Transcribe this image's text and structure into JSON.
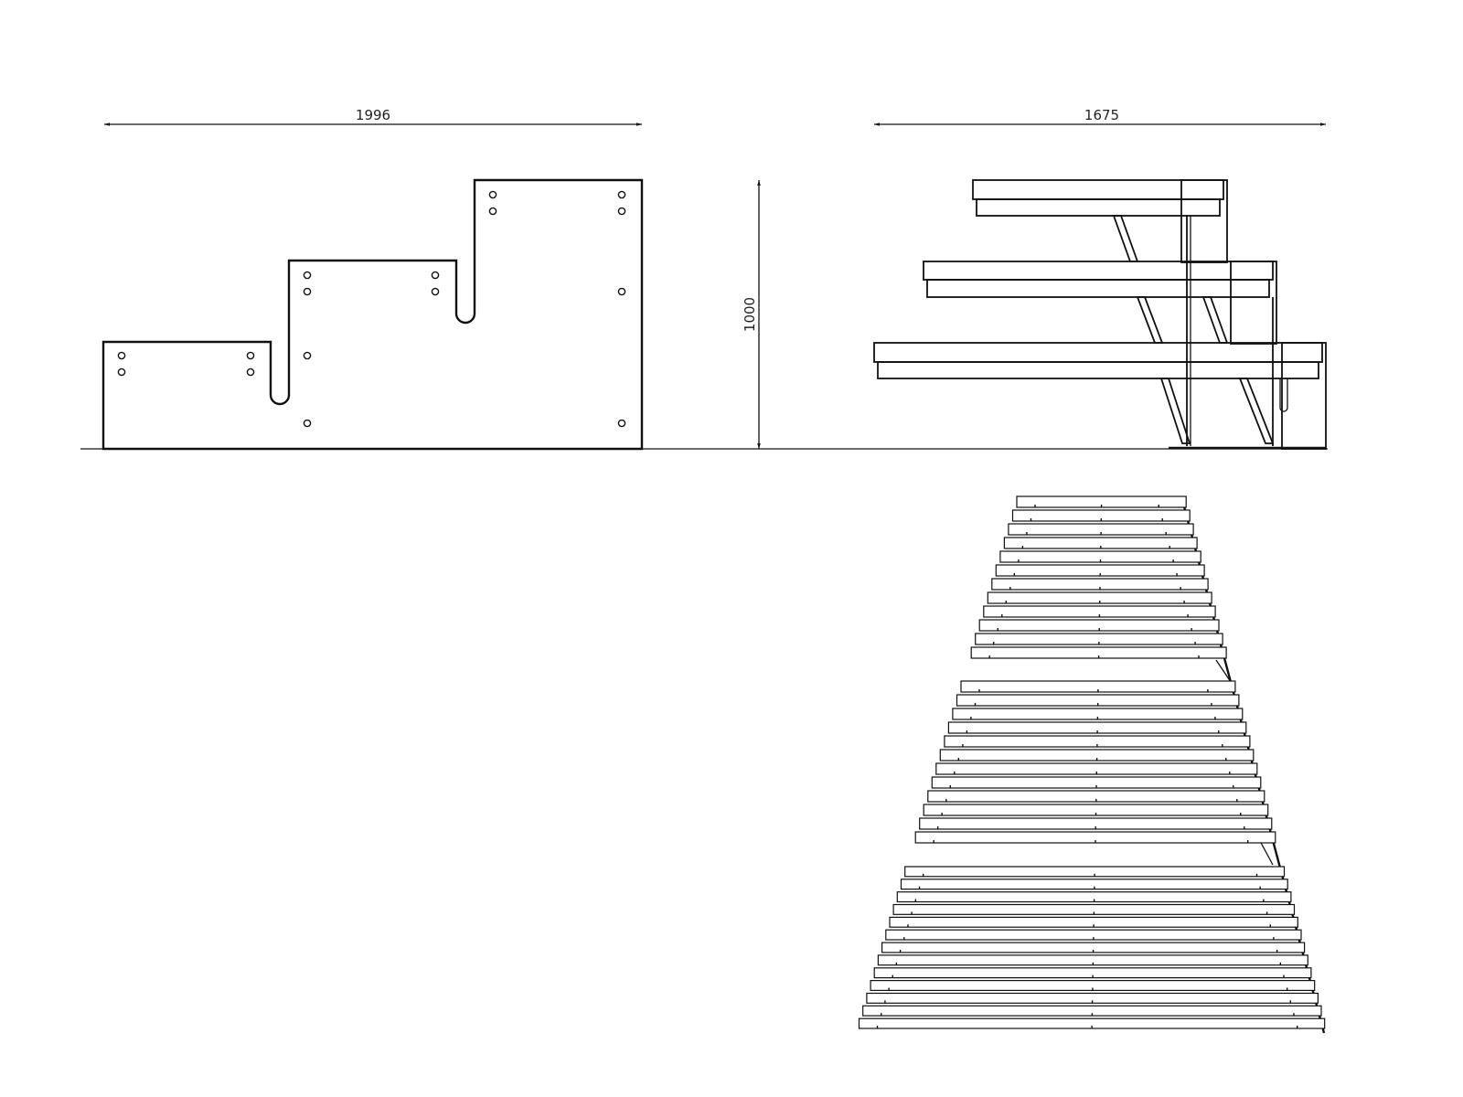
{
  "drawing": {
    "colors": {
      "line": "#111111",
      "text": "#222222",
      "background": "#ffffff"
    },
    "dimensions": {
      "front_width": "1996",
      "side_width": "1675",
      "height": "1000"
    }
  }
}
